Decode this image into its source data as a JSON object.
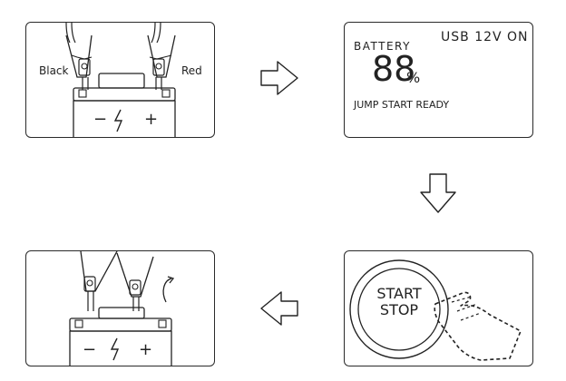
{
  "step1": {
    "left_label": "Black",
    "right_label": "Red",
    "minus_symbol": "−",
    "plus_symbol": "+"
  },
  "step2": {
    "battery_label": "BATTERY",
    "usb_status": "USB 12V ON",
    "digits": "88",
    "percent": "%",
    "status_message": "JUMP START READY"
  },
  "step3": {
    "button_line1": "START",
    "button_line2": "STOP"
  },
  "step4": {
    "minus_symbol": "−",
    "plus_symbol": "+"
  },
  "icons": [
    "clamp-icon",
    "battery-icon",
    "lightning-icon",
    "hand-pointer-icon",
    "curved-arrow-icon",
    "arrow-right-icon",
    "arrow-down-icon",
    "arrow-left-icon"
  ]
}
